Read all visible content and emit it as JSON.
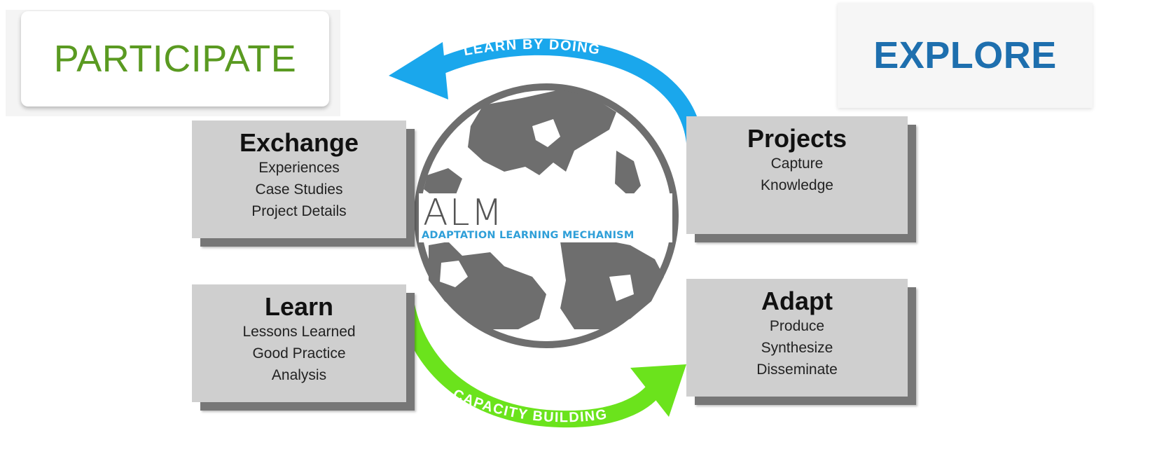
{
  "corners": {
    "left": "PARTICIPATE",
    "right": "EXPLORE"
  },
  "arrows": {
    "top": {
      "label": "LEARN BY DOING",
      "color": "#1aa7ec"
    },
    "bottom": {
      "label": "CAPACITY BUILDING",
      "color": "#6be31c"
    }
  },
  "boxes": {
    "exchange": {
      "title": "Exchange",
      "lines": [
        "Experiences",
        "Case Studies",
        "Project Details"
      ]
    },
    "projects": {
      "title": "Projects",
      "lines": [
        "Capture",
        "Knowledge"
      ]
    },
    "learn": {
      "title": "Learn",
      "lines": [
        "Lessons Learned",
        "Good Practice",
        "Analysis"
      ]
    },
    "adapt": {
      "title": "Adapt",
      "lines": [
        "Produce",
        "Synthesize",
        "Disseminate"
      ]
    }
  },
  "center": {
    "logo": "ALM",
    "tagline": "ADAPTATION LEARNING MECHANISM"
  },
  "colors": {
    "participate": "#5a9a21",
    "explore": "#1e6fae",
    "box_fill": "#cfcfcf",
    "box_shadow": "#777777",
    "globe_land": "#6e6e6e"
  }
}
